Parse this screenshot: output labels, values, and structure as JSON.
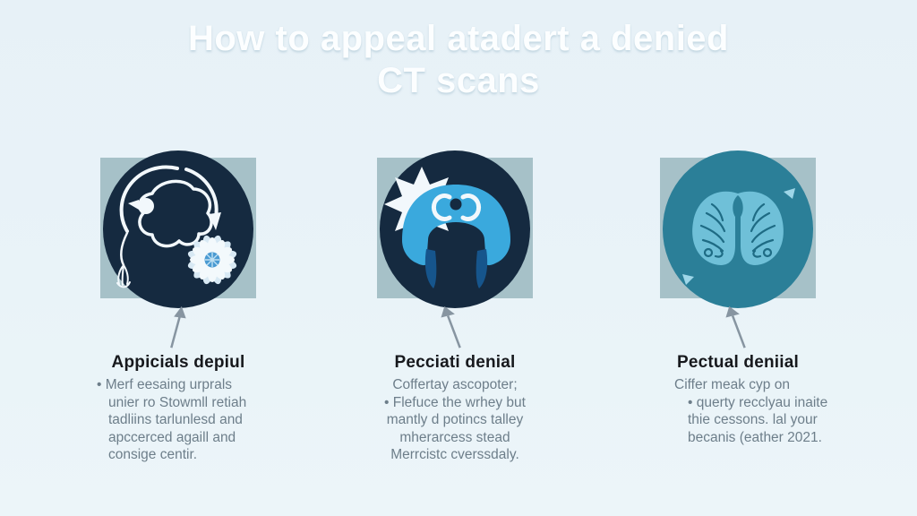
{
  "title": {
    "lines": [
      "How to appeal atadert a denied",
      "CT scans"
    ]
  },
  "colors": {
    "background": "#e9f3f8",
    "title-text": "#fcfeff",
    "tile": "#a6c1c8",
    "circle-dark": "#152a40",
    "circle-teal": "#2b7f98",
    "icon-bright-blue": "#3aa9dd",
    "icon-leg-shade": "#16558c",
    "lungs-blue": "#6fc0d8",
    "lungs-line": "#1e6b84",
    "flower-center": "#4a9ad2",
    "arrow-gray": "#8795a1",
    "heading-text": "#17191d",
    "body-text": "#6d7e8a"
  },
  "columns": [
    {
      "icon": "brain-ct-icon",
      "heading": "Appicials depiul",
      "body_lines": [
        "• Merf eesaing urprals",
        "unier ro Stowmll retiah",
        "tadliins tarlunlesd and",
        "apccerced agaill and",
        "consige centir."
      ]
    },
    {
      "icon": "head-scanner-icon",
      "heading": "Pecciati denial",
      "body_lines": [
        "Coffertay ascopoter;",
        "• Flefuce the wrhey but",
        "mantly d potincs talley",
        "mherarcess stead",
        "Merrcistc cverssdaly."
      ]
    },
    {
      "icon": "lungs-ct-icon",
      "heading": "Pectual deniial",
      "body_lines": [
        "Ciffer meak cyp on",
        "• querty recclyau inaite",
        "thie cessons. lal your",
        "becanis (eather 2021."
      ]
    }
  ]
}
